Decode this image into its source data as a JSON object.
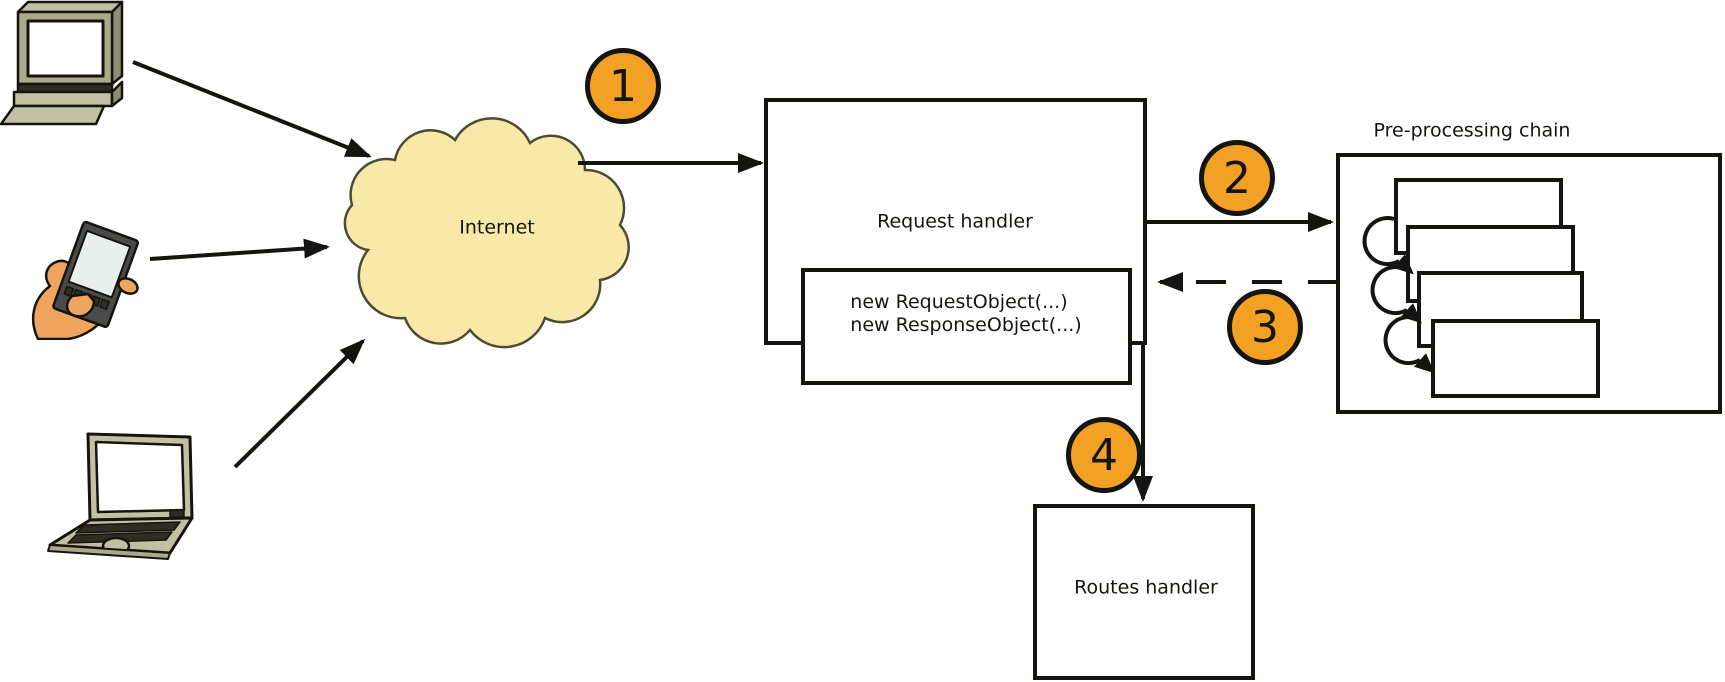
{
  "cloud": {
    "label": "Internet"
  },
  "boxes": {
    "request_handler": {
      "label": "Request handler"
    },
    "code_snippet": {
      "line1": "new RequestObject(...)",
      "line2": "new ResponseObject(...)"
    },
    "preprocessing_chain": {
      "label": "Pre-processing chain"
    },
    "routes_handler": {
      "label": "Routes handler"
    }
  },
  "steps": [
    {
      "number": "1"
    },
    {
      "number": "2"
    },
    {
      "number": "3"
    },
    {
      "number": "4"
    }
  ],
  "icons": {
    "desktop": "desktop-computer-icon",
    "mobile": "hand-with-mobile-phone-icon",
    "laptop": "laptop-icon",
    "cloud": "internet-cloud-icon"
  },
  "colors": {
    "line": "#151510",
    "step_badge": "#F3A125",
    "cloud_fill": "#F9E9A9",
    "cloud_stroke": "#4d4c33",
    "box_bg": "#FFFFFF",
    "device_body": "#C2C0A2",
    "device_shade": "#8E8C72",
    "device_front": "#ABA98C",
    "device_dark": "#2E2D20",
    "hand": "#F0A55F",
    "phone_body": "#4A4A48",
    "phone_screen": "#E9EFEA"
  }
}
